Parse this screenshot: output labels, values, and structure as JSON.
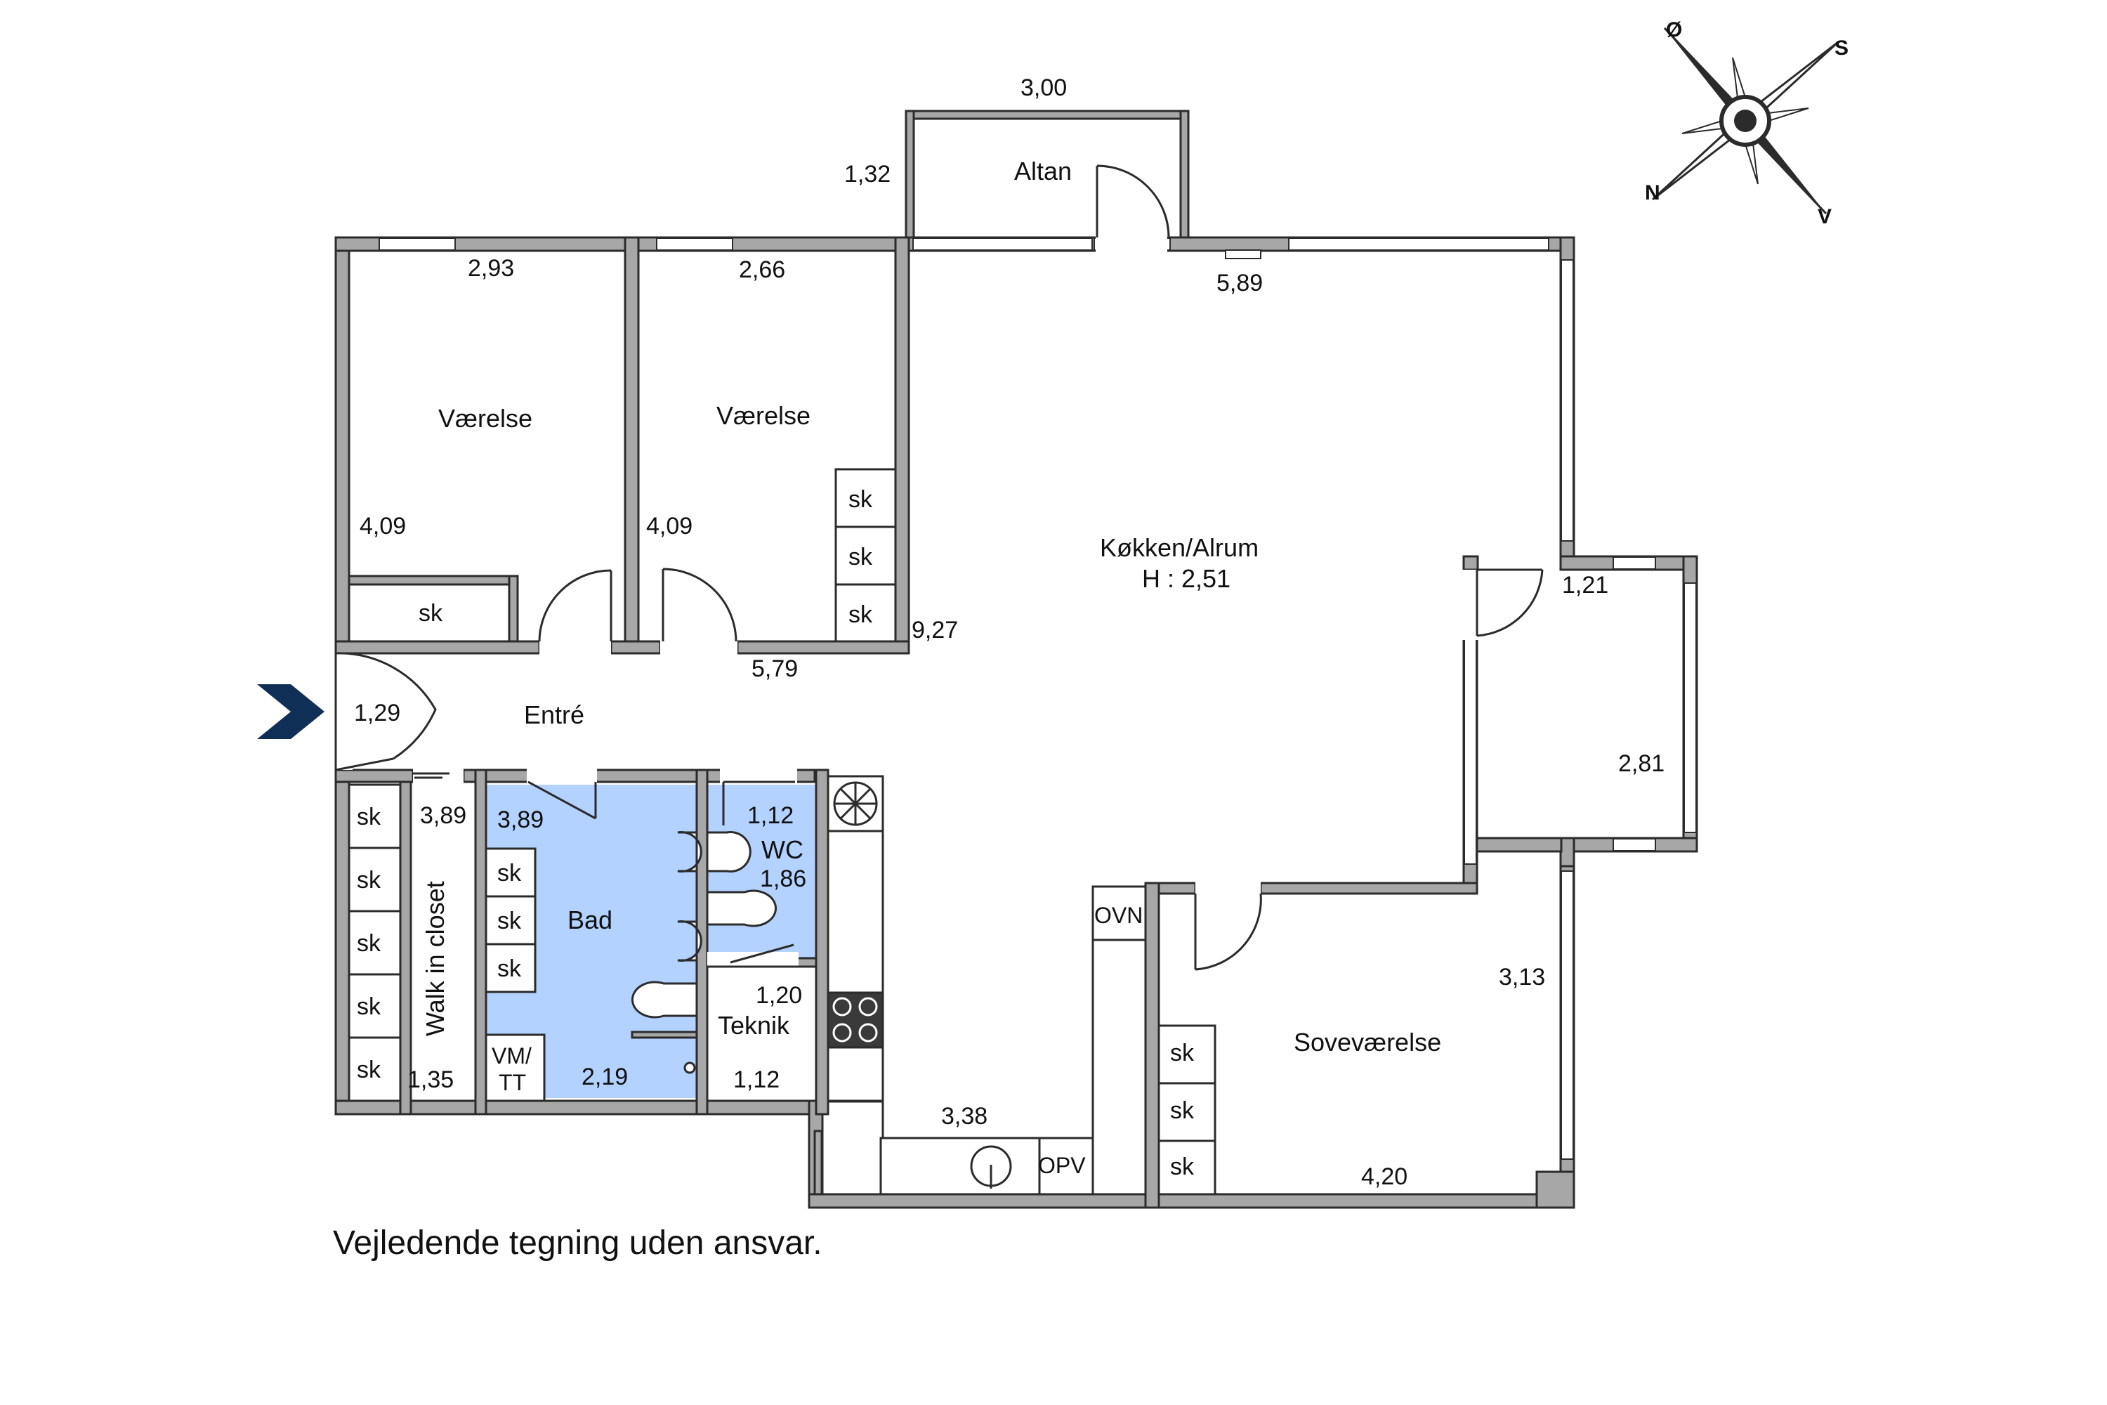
{
  "colors": {
    "wall": "#a7a7a7",
    "wall_outline": "#2b2b2b",
    "wet_room": "#b3d2ff",
    "entry_arrow": "#0f2f57"
  },
  "compass": {
    "n": "N",
    "s": "S",
    "o": "Ø",
    "v": "V"
  },
  "rooms": {
    "altan": {
      "name": "Altan",
      "dim_top": "3,00",
      "dim_side": "1,32"
    },
    "vaerelse1": {
      "name": "Værelse",
      "dim_top": "2,93",
      "dim_side": "4,09",
      "closet": "sk"
    },
    "vaerelse2": {
      "name": "Værelse",
      "dim_top": "2,66",
      "dim_side": "4,09",
      "closets": [
        "sk",
        "sk",
        "sk"
      ]
    },
    "kitchen": {
      "name": "Køkken/Alrum",
      "height": "H : 2,51",
      "dim_top": "5,89",
      "dim_side": "9,27",
      "dim_hall": "5,79",
      "dim_bottom": "3,38",
      "oven": "OVN",
      "dishwasher": "OPV"
    },
    "entre": {
      "name": "Entré",
      "dim": "1,29"
    },
    "walkin": {
      "name": "Walk in closet",
      "dim_side": "3,89",
      "dim_bottom": "1,35",
      "closets": [
        "sk",
        "sk",
        "sk",
        "sk",
        "sk"
      ]
    },
    "bad": {
      "name": "Bad",
      "dim_side": "3,89",
      "dim_bottom": "2,19",
      "closets": [
        "sk",
        "sk",
        "sk"
      ],
      "laundry_line1": "VM/",
      "laundry_line2": "TT"
    },
    "wc": {
      "name": "WC",
      "dim_top": "1,12",
      "dim_side": "1,86"
    },
    "teknik": {
      "name": "Teknik",
      "dim_side": "1,20",
      "dim_bottom": "1,12"
    },
    "east_room": {
      "dim_top": "1,21",
      "dim_side": "2,81"
    },
    "sovevaerelse": {
      "name": "Soveværelse",
      "dim_side": "3,13",
      "dim_bottom": "4,20",
      "closets": [
        "sk",
        "sk",
        "sk"
      ]
    }
  },
  "disclaimer": "Vejledende tegning uden ansvar."
}
